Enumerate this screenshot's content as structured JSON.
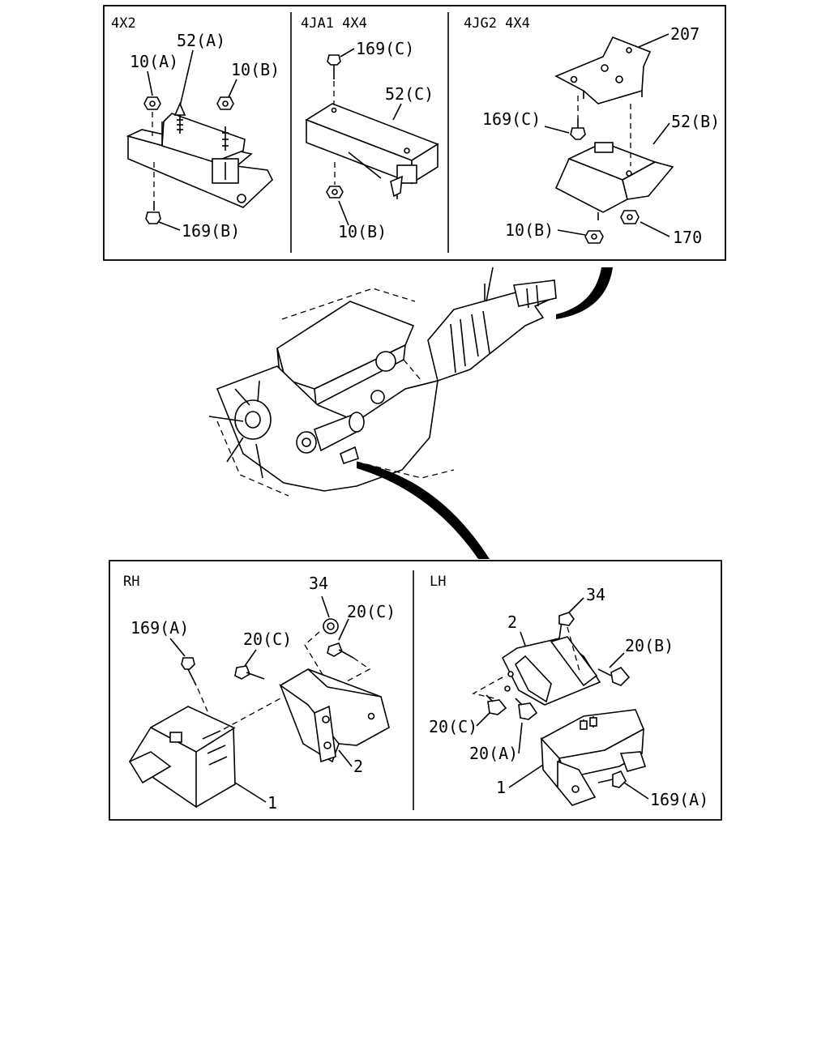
{
  "top_panel": {
    "section_4x2": {
      "title": "4X2",
      "labels": [
        "52(A)",
        "10(A)",
        "10(B)",
        "169(B)"
      ]
    },
    "section_4ja1": {
      "title": "4JA1 4X4",
      "labels": [
        "169(C)",
        "52(C)",
        "10(B)"
      ]
    },
    "section_4jg2": {
      "title": "4JG2 4X4",
      "labels": [
        "207",
        "169(C)",
        "52(B)",
        "10(B)",
        "170"
      ]
    }
  },
  "bottom_panel": {
    "section_rh": {
      "title": "RH",
      "labels": [
        "34",
        "20(C)",
        "169(A)",
        "20(C)",
        "2",
        "1"
      ]
    },
    "section_lh": {
      "title": "LH",
      "labels": [
        "34",
        "2",
        "20(B)",
        "20(C)",
        "20(A)",
        "1",
        "169(A)"
      ]
    }
  }
}
